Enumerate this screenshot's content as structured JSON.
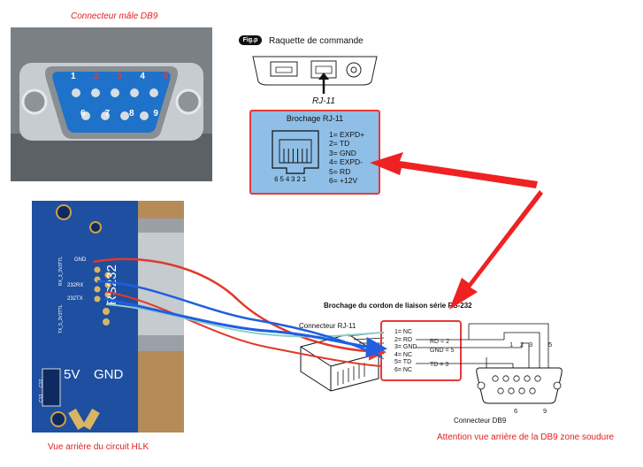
{
  "captions": {
    "db9_male": "Connecteur mâle DB9",
    "hlk_back": "Vue arrière du circuit HLK",
    "db9_warning": "Attention vue arrière de la DB9 zone soudure"
  },
  "db9_photo": {
    "top_pins": [
      "1",
      "2",
      "3",
      "4",
      "5"
    ],
    "top_pin_colors": [
      "#ffffff",
      "#e53a3a",
      "#e53a3a",
      "#ffffff",
      "#e53a3a"
    ],
    "bottom_pins": [
      "6",
      "7",
      "8",
      "9"
    ]
  },
  "remote": {
    "fig_label": "Fig.p",
    "title": "Raquette de commande",
    "jack_label": "RJ-11"
  },
  "rj11_pinout": {
    "title": "Brochage RJ-11",
    "pin_numbers": "654321",
    "pins": [
      "1= EXPD+",
      "2= TD",
      "3= GND",
      "4= EXPD-",
      "5= RD",
      "6= +12V"
    ]
  },
  "hlk_board": {
    "header_labels": [
      "GND",
      "232RX",
      "232TX"
    ],
    "rs232_label": "RS232",
    "v5_label": "5V",
    "gnd_label": "GND",
    "vertical_labels": [
      "TX_5_3V3TTL",
      "RX_3_3V3TTL"
    ],
    "misc": [
      "C12",
      "C13"
    ]
  },
  "cord": {
    "title": "Brochage du cordon de liaison série RS-232",
    "rj11_label": "Connecteur RJ-11",
    "db9_label": "Connecteur DB9",
    "pins": [
      "1= NC",
      "2= RD",
      "3= GND",
      "4= NC",
      "5= TD",
      "6= NC"
    ],
    "mappings": [
      "RD = 2",
      "GND = 5",
      "TD = 3"
    ],
    "db9_top": [
      "1",
      "2",
      "3",
      "5"
    ],
    "db9_bottom": [
      "6",
      "9"
    ]
  },
  "colors": {
    "accent_red": "#e53a3a",
    "pinout_box_bg": "#8fbfe6",
    "board_blue": "#1f4fa0",
    "wire_blue": "#1f5fe0",
    "wire_red": "#e03a2a"
  }
}
